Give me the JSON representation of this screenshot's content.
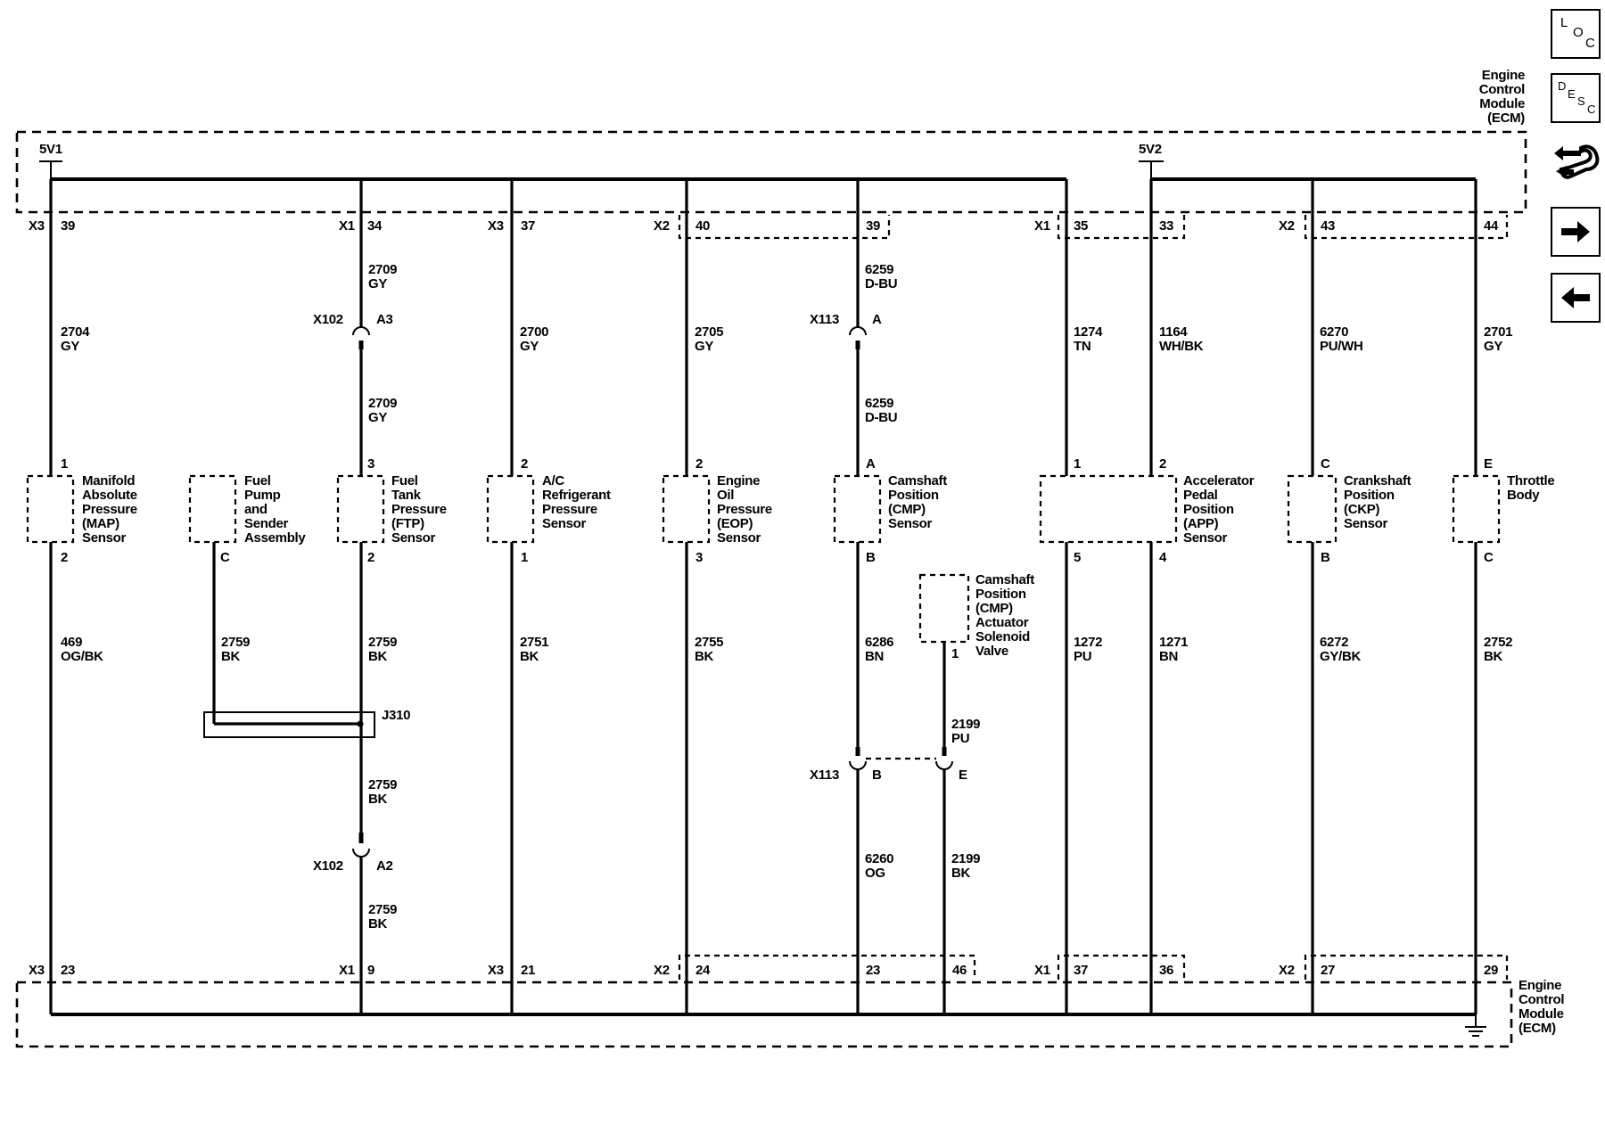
{
  "modules": {
    "top": {
      "name": [
        "Engine",
        "Control",
        "Module",
        "(ECM)"
      ],
      "rail_left": "5V1",
      "rail_right": "5V2"
    },
    "bottom": {
      "name": [
        "Engine",
        "Control",
        "Module",
        "(ECM)"
      ]
    }
  },
  "nav": {
    "loc": [
      "L",
      "O",
      "C"
    ],
    "desc": [
      "D",
      "E",
      "S",
      "C"
    ],
    "icons": [
      "loc-icon",
      "desc-icon",
      "wrench-arrows-icon",
      "arrow-right-icon",
      "arrow-left-icon"
    ]
  },
  "circuits": [
    {
      "id": "c1",
      "top_conn": "X3",
      "top_pin": "39",
      "upper_wire": [
        "2704",
        "GY"
      ],
      "comp_pin_top": "1",
      "comp_pin_bot": "2",
      "lower_wire": [
        "469",
        "OG/BK"
      ],
      "bot_conn": "X3",
      "bot_pin": "23"
    },
    {
      "id": "c2",
      "top_conn": "X1",
      "top_pin": "34",
      "upper_wire_a": [
        "2709",
        "GY"
      ],
      "inline": {
        "conn": "X102",
        "pin": "A3"
      },
      "upper_wire_b": [
        "2709",
        "GY"
      ],
      "comp_pin_top": "3",
      "comp_pin_bot": "2",
      "lower_wire_a": [
        "2759",
        "BK"
      ],
      "lower_wire_b": [
        "2759",
        "BK"
      ],
      "inline_low": {
        "conn": "X102",
        "pin": "A2"
      },
      "lower_wire_c": [
        "2759",
        "BK"
      ],
      "bot_conn": "X1",
      "bot_pin": "9"
    },
    {
      "id": "c3",
      "top_conn": "X3",
      "top_pin": "37",
      "upper_wire": [
        "2700",
        "GY"
      ],
      "comp_pin_top": "2",
      "comp_pin_bot": "1",
      "lower_wire": [
        "2751",
        "BK"
      ],
      "bot_conn": "X3",
      "bot_pin": "21"
    },
    {
      "id": "c4",
      "top_conn": "X2",
      "top_pin": "40",
      "upper_wire": [
        "2705",
        "GY"
      ],
      "comp_pin_top": "2",
      "comp_pin_bot": "3",
      "lower_wire": [
        "2755",
        "BK"
      ],
      "bot_conn": "X2",
      "bot_pin": "24"
    },
    {
      "id": "c5",
      "top_pin": "39",
      "upper_wire_a": [
        "6259",
        "D-BU"
      ],
      "inline": {
        "conn": "X113",
        "pin": "A"
      },
      "upper_wire_b": [
        "6259",
        "D-BU"
      ],
      "comp_pin_top": "A",
      "comp_pin_bot": "B",
      "lower_wire": [
        "6286",
        "BN"
      ],
      "inline_low": {
        "conn": "X113",
        "pin": "B"
      },
      "lower_wire_b": [
        "6260",
        "OG"
      ],
      "bot_pin": "23"
    },
    {
      "id": "c6",
      "comp_pin_bot": "1",
      "lower_wire": [
        "2199",
        "PU"
      ],
      "inline_low": {
        "pin": "E"
      },
      "lower_wire_b": [
        "2199",
        "BK"
      ],
      "bot_pin": "46"
    },
    {
      "id": "c7",
      "top_conn": "X1",
      "top_pin": "35",
      "upper_wire": [
        "1274",
        "TN"
      ],
      "comp_pin_top": "1",
      "comp_pin_bot": "5",
      "lower_wire": [
        "1272",
        "PU"
      ],
      "bot_conn": "X1",
      "bot_pin": "37"
    },
    {
      "id": "c8",
      "top_pin": "33",
      "upper_wire": [
        "1164",
        "WH/BK"
      ],
      "comp_pin_top": "2",
      "comp_pin_bot": "4",
      "lower_wire": [
        "1271",
        "BN"
      ],
      "bot_pin": "36"
    },
    {
      "id": "c9",
      "top_conn": "X2",
      "top_pin": "43",
      "upper_wire": [
        "6270",
        "PU/WH"
      ],
      "comp_pin_top": "C",
      "comp_pin_bot": "B",
      "lower_wire": [
        "6272",
        "GY/BK"
      ],
      "bot_conn": "X2",
      "bot_pin": "27"
    },
    {
      "id": "c10",
      "top_pin": "44",
      "upper_wire": [
        "2701",
        "GY"
      ],
      "comp_pin_top": "E",
      "comp_pin_bot": "C",
      "lower_wire": [
        "2752",
        "BK"
      ],
      "bot_pin": "29"
    }
  ],
  "components": [
    {
      "id": "map",
      "label": [
        "Manifold",
        "Absolute",
        "Pressure",
        "(MAP)",
        "Sensor"
      ]
    },
    {
      "id": "fuel-pump",
      "label": [
        "Fuel",
        "Pump",
        "and",
        "Sender",
        "Assembly"
      ],
      "pin": "C",
      "wire": [
        "2759",
        "BK"
      ]
    },
    {
      "id": "ftp",
      "label": [
        "Fuel",
        "Tank",
        "Pressure",
        "(FTP)",
        "Sensor"
      ]
    },
    {
      "id": "ac",
      "label": [
        "A/C",
        "Refrigerant",
        "Pressure",
        "Sensor"
      ]
    },
    {
      "id": "eop",
      "label": [
        "Engine",
        "Oil",
        "Pressure",
        "(EOP)",
        "Sensor"
      ]
    },
    {
      "id": "cmp",
      "label": [
        "Camshaft",
        "Position",
        "(CMP)",
        "Sensor"
      ]
    },
    {
      "id": "cmp-solenoid",
      "label": [
        "Camshaft",
        "Position",
        "(CMP)",
        "Actuator",
        "Solenoid",
        "Valve"
      ]
    },
    {
      "id": "app",
      "label": [
        "Accelerator",
        "Pedal",
        "Position",
        "(APP)",
        "Sensor"
      ]
    },
    {
      "id": "ckp",
      "label": [
        "Crankshaft",
        "Position",
        "(CKP)",
        "Sensor"
      ]
    },
    {
      "id": "throttle",
      "label": [
        "Throttle",
        "Body"
      ]
    }
  ],
  "splice": {
    "label": "J310"
  }
}
